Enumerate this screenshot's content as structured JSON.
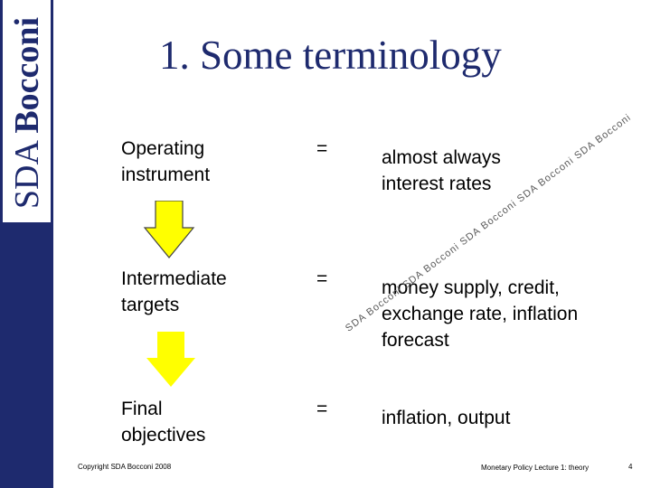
{
  "brand": {
    "name_light": "SDA ",
    "name_bold": "Bocconi"
  },
  "title": "1. Some terminology",
  "rows": [
    {
      "term_line1": "Operating",
      "term_line2": "instrument",
      "eq": "=",
      "def_line1": "almost always",
      "def_line2": "interest rates",
      "def_line3": ""
    },
    {
      "term_line1": "Intermediate",
      "term_line2": "targets",
      "eq": "=",
      "def_line1": "money supply, credit,",
      "def_line2": "exchange rate, inflation",
      "def_line3": "forecast"
    },
    {
      "term_line1": "Final",
      "term_line2": "objectives",
      "eq": "=",
      "def_line1": "inflation, output",
      "def_line2": "",
      "def_line3": ""
    }
  ],
  "watermark": "SDA Bocconi SDA Bocconi SDA Bocconi SDA Bocconi SDA Bocconi",
  "footer": {
    "copyright": "Copyright SDA Bocconi 2008",
    "course": "Monetary Policy  Lecture 1: theory",
    "page_number": "4"
  },
  "colors": {
    "brand_navy": "#1e2a6e",
    "arrow_yellow": "#ffff00"
  }
}
